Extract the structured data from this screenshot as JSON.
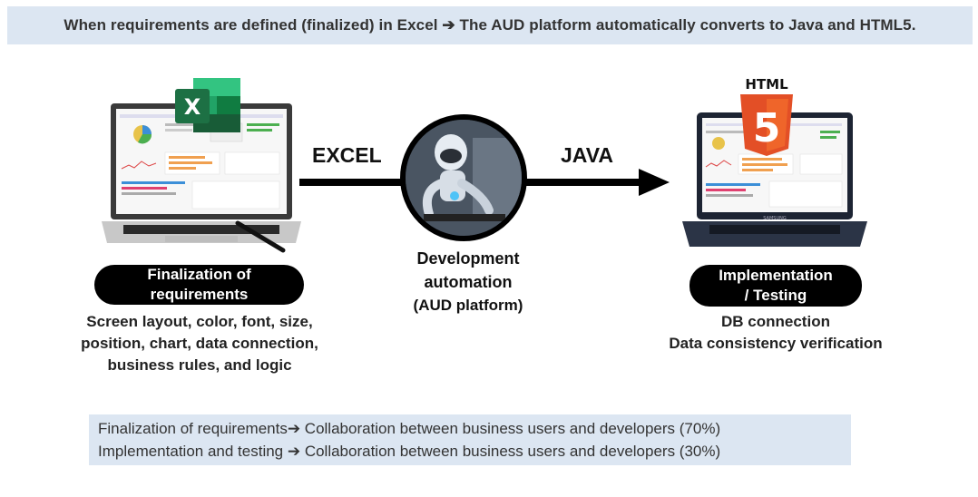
{
  "banner": {
    "text": "When requirements are defined (finalized) in Excel ➔ The AUD platform automatically converts to Java and  HTML5."
  },
  "flow": {
    "left_arrow_label": "EXCEL",
    "right_arrow_label": "JAVA",
    "center_label_lines": [
      "Development",
      "automation",
      "(AUD platform)"
    ]
  },
  "left": {
    "excel_logo_letter": "X",
    "pill_lines": [
      "Finalization of",
      "requirements"
    ],
    "desc_lines": [
      "Screen layout, color, font, size,",
      "position, chart, data connection,",
      "business rules, and logic"
    ]
  },
  "right": {
    "html_logo_text": "HTML",
    "html_logo_number": "5",
    "laptop_brand": "SAMSUNG",
    "pill_lines": [
      "Implementation",
      "/ Testing"
    ],
    "desc_lines": [
      "DB connection",
      "Data consistency verification"
    ]
  },
  "bottom": {
    "lines": [
      "Finalization of requirements➔ Collaboration between business users and developers (70%)",
      "Implementation and testing ➔ Collaboration between business users and developers (30%)"
    ]
  },
  "colors": {
    "banner_bg": "#dce6f2",
    "excel_green": "#1d7044",
    "html5_orange": "#e34f26"
  },
  "icons": [
    "excel-logo-icon",
    "html5-logo-icon",
    "robot-icon",
    "stylus-pen-icon"
  ]
}
